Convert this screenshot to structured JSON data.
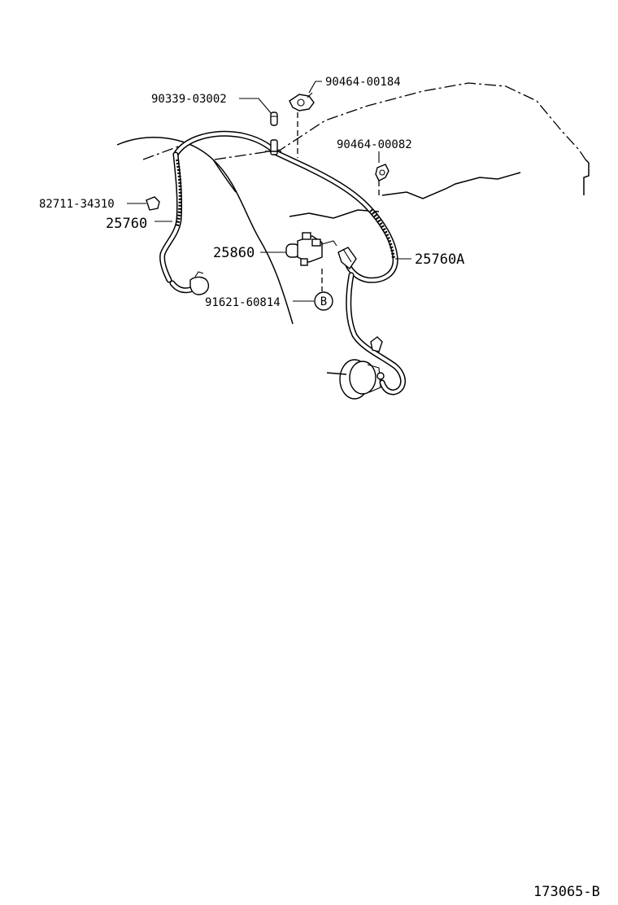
{
  "diagram": {
    "labels": {
      "p90339": "90339-03002",
      "p90464_184": "90464-00184",
      "p90464_82": "90464-00082",
      "p82711": "82711-34310",
      "p25760": "25760",
      "p25860": "25860",
      "p25760A": "25760A",
      "p91621": "91621-60814",
      "ref_b": "B"
    },
    "figure_number": "173065-B"
  }
}
